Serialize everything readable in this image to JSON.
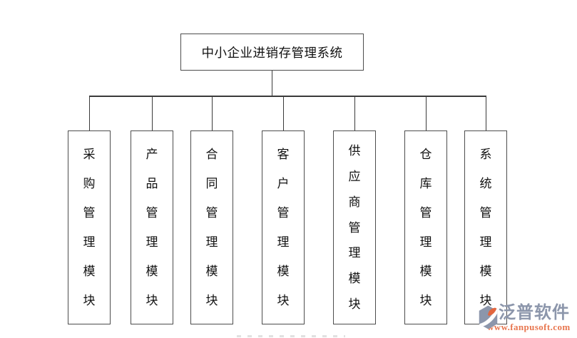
{
  "diagram": {
    "root": {
      "label": "中小企业进销存管理系统"
    },
    "modules": [
      {
        "label": "采购管理模块"
      },
      {
        "label": "产品管理模块"
      },
      {
        "label": "合同管理模块"
      },
      {
        "label": "客户管理模块"
      },
      {
        "label": "供应商管理模块"
      },
      {
        "label": "仓库管理模块"
      },
      {
        "label": "系统管理模块"
      }
    ]
  },
  "watermark": {
    "brand": "泛普软件",
    "url": "www.fanpusoft.com",
    "brand_color": "#8c96ab",
    "url_color": "#e8764f",
    "icon": "fanpu-hexagon-swoosh-icon"
  },
  "colors": {
    "background": "#ffffff",
    "line": "#3a3a3a",
    "box_border": "#4d4d4d",
    "text": "#111111"
  }
}
